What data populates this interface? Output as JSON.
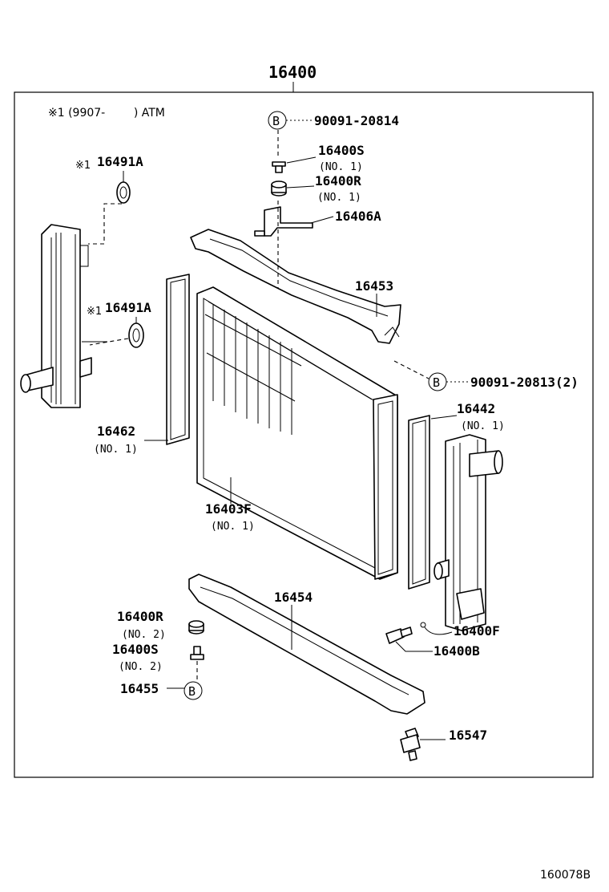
{
  "diagram": {
    "assembly_number": "16400",
    "note": "※1 (9907-        ) ATM",
    "diagram_code": "160078B",
    "callout_letter": "B",
    "parts": {
      "bolt_top": "90091-20814",
      "bolt_side": "90091-20813(2)",
      "stay_upper_bolt": "16400S",
      "stay_upper_bolt_qty": "(NO. 1)",
      "cushion_upper": "16400R",
      "cushion_upper_qty": "(NO. 1)",
      "bracket": "16406A",
      "support_upper": "16453",
      "gasket_top_mark": "※1",
      "gasket_top": "16491A",
      "gasket_mid_mark": "※1",
      "gasket_mid": "16491A",
      "seal_left": "16462",
      "seal_left_qty": "(NO. 1)",
      "core": "16403F",
      "core_qty": "(NO. 1)",
      "seal_right": "16442",
      "seal_right_qty": "(NO. 1)",
      "support_lower": "16454",
      "cushion_lower": "16400R",
      "cushion_lower_qty": "(NO. 2)",
      "stay_lower_bolt": "16400S",
      "stay_lower_bolt_qty": "(NO. 2)",
      "bolt_lower": "16455",
      "drain_gasket": "16400F",
      "drain_cock": "16400B",
      "valve": "16547"
    }
  }
}
